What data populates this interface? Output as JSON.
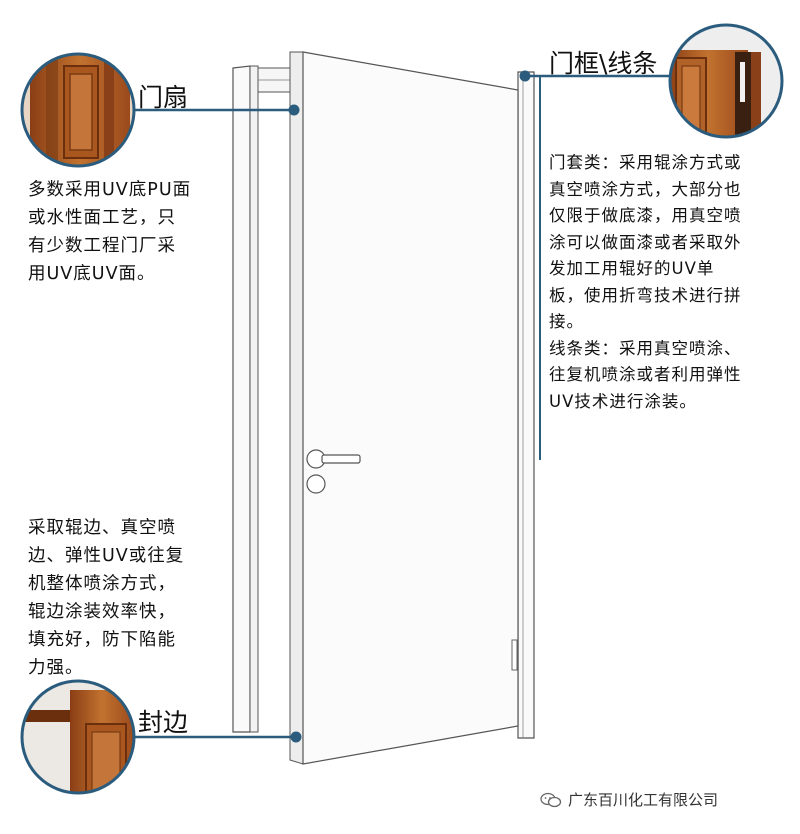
{
  "labels": {
    "door_leaf": "门扇",
    "frame_lines": "门框\\线条",
    "edge_seal": "封边"
  },
  "descriptions": {
    "door_leaf_lines": [
      "多数采用UV底PU面",
      "或水性面工艺，只",
      "有少数工程门厂采",
      "用UV底UV面。"
    ],
    "frame_lines_lines": [
      "门套类：采用辊涂方式或",
      "真空喷涂方式，大部分也",
      "仅限于做底漆，用真空喷",
      "涂可以做面漆或者采取外",
      "发加工用辊好的UV单",
      "板，使用折弯技术进行拼",
      "接。",
      "线条类：采用真空喷涂、",
      "往复机喷涂或者利用弹性",
      "UV技术进行涂装。"
    ],
    "edge_seal_lines": [
      "采取辊边、真空喷",
      "边、弹性UV或往复",
      "机整体喷涂方式，",
      "辊边涂装效率快，",
      "填充好，防下陷能",
      "力强。"
    ]
  },
  "footer": {
    "company": "广东百川化工有限公司",
    "icon": "wechat-icon"
  },
  "colors": {
    "accent": "#2b5c7e",
    "wood": "#b5652a",
    "wood_dark": "#7a3a12"
  }
}
